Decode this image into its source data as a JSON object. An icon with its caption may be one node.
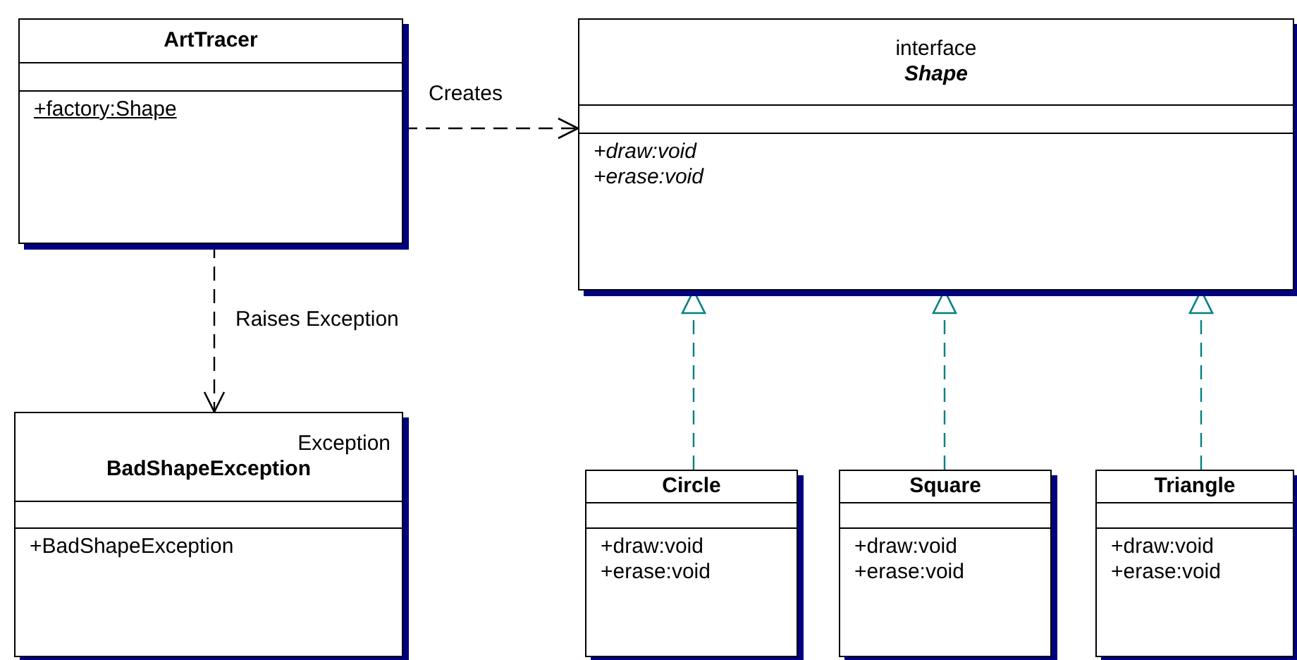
{
  "diagram": {
    "nodes": [
      {
        "text": [
          "ArtTracer",
          "+factory:Shape"
        ]
      },
      {
        "text": [
          "interface",
          "Shape",
          "+draw:void",
          "+erase:void"
        ]
      },
      {
        "text": [
          "Exception",
          "BadShapeException",
          "+BadShapeException"
        ]
      },
      {
        "text": [
          "Circle",
          "+draw:void",
          "+erase:void"
        ]
      },
      {
        "text": [
          "Square",
          "+draw:void",
          "+erase:void"
        ]
      },
      {
        "text": [
          "Triangle",
          "+draw:void",
          "+erase:void"
        ]
      }
    ],
    "edges": [
      {
        "from": 0,
        "to": 1,
        "arrow": "to",
        "label": "Creates",
        "style": "dashed",
        "color": "#000000"
      },
      {
        "from": 0,
        "to": 2,
        "arrow": "to",
        "label": "Raises Exception",
        "style": "dashed",
        "color": "#000000"
      },
      {
        "from": 3,
        "to": 1,
        "arrow": "to",
        "style": "dashed"
      },
      {
        "from": 4,
        "to": 1,
        "arrow": "to",
        "style": "dashed"
      },
      {
        "from": 5,
        "to": 1,
        "arrow": "to",
        "style": "dashed"
      }
    ]
  }
}
